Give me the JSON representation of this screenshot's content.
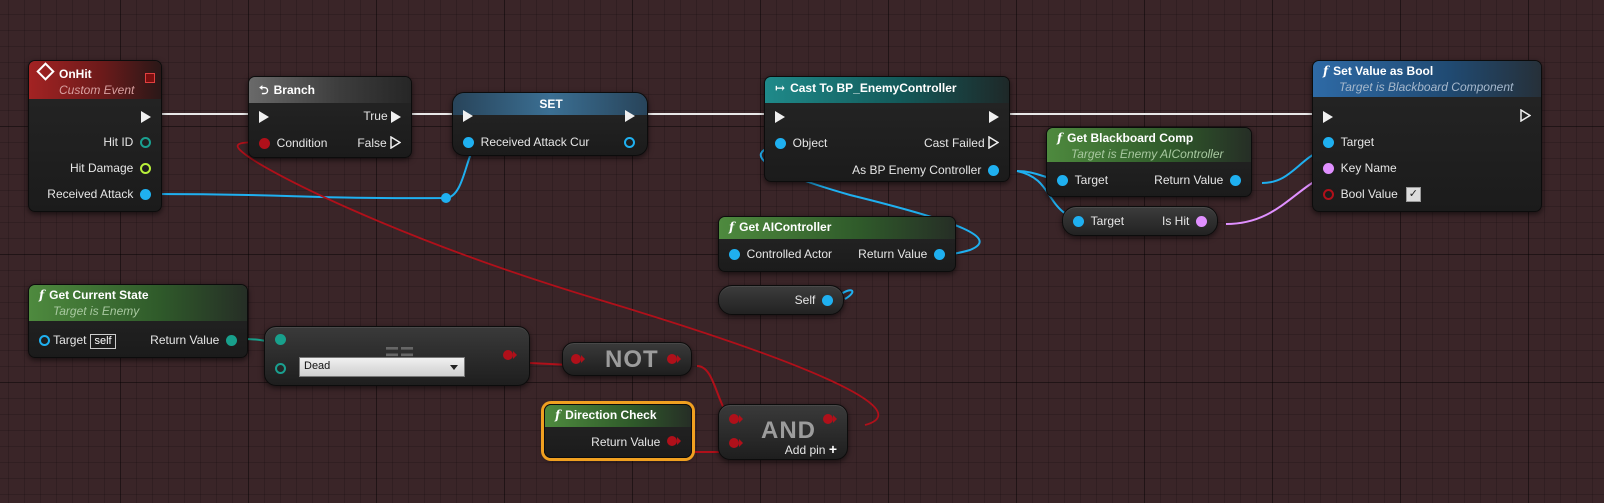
{
  "nodes": {
    "onhit": {
      "title": "OnHit",
      "subtitle": "Custom Event",
      "pins": [
        "Hit ID",
        "Hit Damage",
        "Received Attack"
      ]
    },
    "branch": {
      "title": "Branch",
      "in_label": "Condition",
      "true_label": "True",
      "false_label": "False"
    },
    "set": {
      "title": "SET",
      "pin_label": "Received Attack Cur"
    },
    "cast": {
      "title": "Cast To BP_EnemyController",
      "object_label": "Object",
      "failed_label": "Cast Failed",
      "out_label": "As BP Enemy Controller"
    },
    "set_bool": {
      "title": "Set Value as Bool",
      "subtitle": "Target is Blackboard Component",
      "target_label": "Target",
      "key_label": "Key Name",
      "bool_label": "Bool Value"
    },
    "get_bb": {
      "title": "Get Blackboard Comp",
      "subtitle": "Target is Enemy AIController",
      "target_label": "Target",
      "return_label": "Return Value"
    },
    "is_hit": {
      "target_label": "Target",
      "out_label": "Is Hit"
    },
    "get_ai": {
      "title": "Get AIController",
      "in_label": "Controlled Actor",
      "return_label": "Return Value"
    },
    "self": {
      "label": "Self"
    },
    "get_state": {
      "title": "Get Current State",
      "subtitle": "Target is Enemy",
      "target_label": "Target",
      "self_tag": "self",
      "return_label": "Return Value"
    },
    "equal": {
      "op": "==",
      "enum_value": "Dead"
    },
    "not": {
      "op": "NOT"
    },
    "direction": {
      "title": "Direction Check",
      "return_label": "Return Value"
    },
    "and": {
      "op": "AND",
      "add_pin": "Add pin"
    }
  },
  "colors": {
    "exec": "#f0f0f0",
    "object": "#1fb0f0",
    "bool": "#b0101a",
    "name": "#e090ff",
    "enum": "#18a08c",
    "integer": "#1aa090",
    "float": "#b8f03a",
    "selection": "#f0a020"
  },
  "icons": {
    "function": "f",
    "event": "diamond",
    "branch": "branch-arrow",
    "cast": "cast-arrow",
    "add": "plus"
  }
}
